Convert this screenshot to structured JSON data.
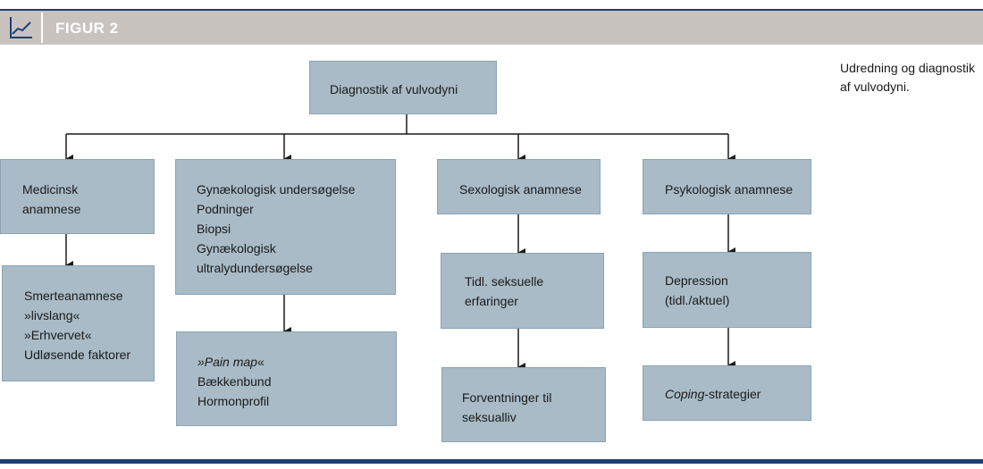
{
  "figure": {
    "label": "FIGUR 2",
    "icon": "line-chart-icon",
    "caption_lines": [
      "Udredning og diagnostik",
      "af vulvodyni."
    ]
  },
  "colors": {
    "header_band": "#c9c3c0",
    "rule": "#1f3f73",
    "box_fill": "#a9bbc7",
    "arrow": "#1a1a1a"
  },
  "root": {
    "text": "Diagnostik af vulvodyni"
  },
  "medicinsk": {
    "title_lines": [
      "Medicinsk",
      "anamnese"
    ],
    "detail_lines": [
      "Smerteanamnese",
      "»livslang«",
      "»Erhvervet«",
      "Udløsende faktorer"
    ]
  },
  "gynae": {
    "title_lines": [
      "Gynækologisk undersøgelse",
      "Podninger",
      "Biopsi",
      "Gynækologisk",
      "ultralydundersøgelse"
    ],
    "detail_lines": [
      "Bækkenbund",
      "Hormonprofil"
    ],
    "pain_map": {
      "italic": "»Pain map",
      "rest": "«"
    }
  },
  "sexologisk": {
    "title": "Sexologisk anamnese",
    "child1_lines": [
      "Tidl. seksuelle",
      "erfaringer"
    ],
    "child2_lines": [
      "Forventninger til",
      "seksualliv"
    ]
  },
  "psykologisk": {
    "title": "Psykologisk anamnese",
    "child1_lines": [
      "Depression",
      "(tidl./aktuel)"
    ],
    "coping": {
      "italic": "Coping",
      "rest": "-strategier"
    }
  }
}
